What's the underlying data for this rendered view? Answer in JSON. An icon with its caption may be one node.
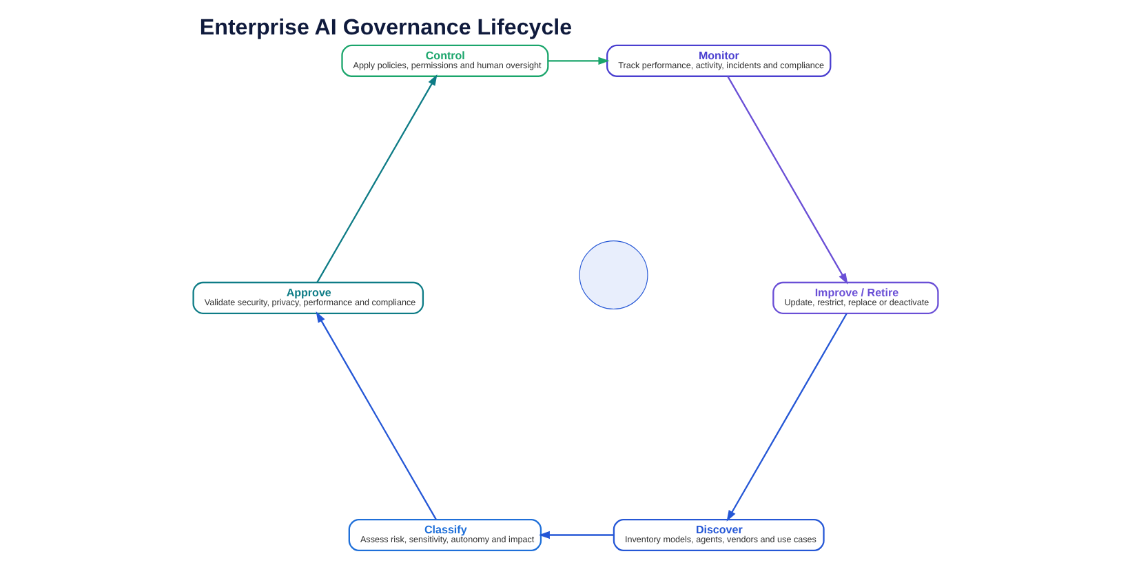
{
  "diagram": {
    "title": "Enterprise AI Governance Lifecycle",
    "nodes": [
      {
        "text": [
          "Discover",
          "Inventory models, agents, vendors and use cases"
        ]
      },
      {
        "text": [
          "Classify",
          "Assess risk, sensitivity, autonomy and impact"
        ]
      },
      {
        "text": [
          "Approve",
          "Validate security, privacy, performance and compliance"
        ]
      },
      {
        "text": [
          "Control",
          "Apply policies, permissions and human oversight"
        ]
      },
      {
        "text": [
          "Monitor",
          "Track performance, activity, incidents and compliance"
        ]
      },
      {
        "text": [
          "Improve / Retire",
          "Update, restrict, replace or deactivate"
        ]
      },
      {
        "text": [],
        "shape": "circle"
      }
    ],
    "edges": [
      {
        "from": 0,
        "to": 1,
        "arrow": "to"
      },
      {
        "from": 1,
        "to": 2,
        "arrow": "to"
      },
      {
        "from": 2,
        "to": 3,
        "arrow": "to",
        "color": "#0e7c86"
      },
      {
        "from": 3,
        "to": 4,
        "arrow": "to",
        "color": "#1aa56b"
      },
      {
        "from": 4,
        "to": 5,
        "arrow": "to",
        "color": "#6a4fd6"
      },
      {
        "from": 5,
        "to": 0,
        "arrow": "to"
      }
    ]
  }
}
